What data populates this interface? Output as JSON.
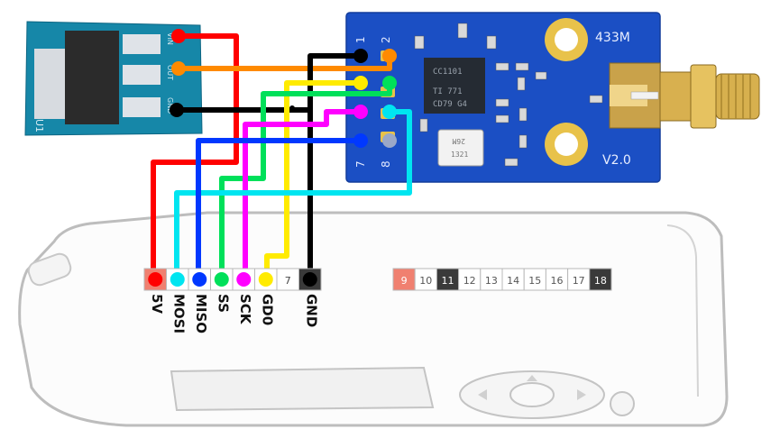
{
  "regulator": {
    "marking": "U1",
    "pin_labels": [
      "VIN",
      "OUT",
      "GND"
    ]
  },
  "cc1101_module": {
    "frequency_label": "433M",
    "version_label": "V2.0",
    "chip_text": [
      "CC1101",
      "TI 771",
      "CD79 G4"
    ],
    "pin_number_labels": [
      "1",
      "2",
      "7",
      "8"
    ],
    "crystal_text": [
      "26M",
      "1321"
    ]
  },
  "flipper_header": {
    "left_pins": [
      {
        "num": "",
        "label": "5V"
      },
      {
        "num": "",
        "label": "MOSI"
      },
      {
        "num": "",
        "label": "MISO"
      },
      {
        "num": "",
        "label": "SS"
      },
      {
        "num": "",
        "label": "SCK"
      },
      {
        "num": "",
        "label": "GD0"
      },
      {
        "num": "7",
        "label": ""
      },
      {
        "num": "",
        "label": "GND"
      }
    ],
    "right_pins": [
      "9",
      "10",
      "11",
      "12",
      "13",
      "14",
      "15",
      "16",
      "17",
      "18"
    ]
  },
  "wires": [
    {
      "id": "5v",
      "color": "#ff0000"
    },
    {
      "id": "mosi",
      "color": "#00e5f0"
    },
    {
      "id": "miso",
      "color": "#0038ff"
    },
    {
      "id": "ss",
      "color": "#00e05a"
    },
    {
      "id": "sck",
      "color": "#ff00ff"
    },
    {
      "id": "gd0",
      "color": "#ffeb00"
    },
    {
      "id": "gnd",
      "color": "#000000"
    },
    {
      "id": "reg-out",
      "color": "#ff8a00"
    }
  ],
  "colors": {
    "pcb_blue": "#1b4fc4",
    "reg_pcb": "#1687a8",
    "pad_gold": "#e8c24a",
    "pin_red": "#f08070",
    "pin_dark": "#3a3a3a"
  }
}
